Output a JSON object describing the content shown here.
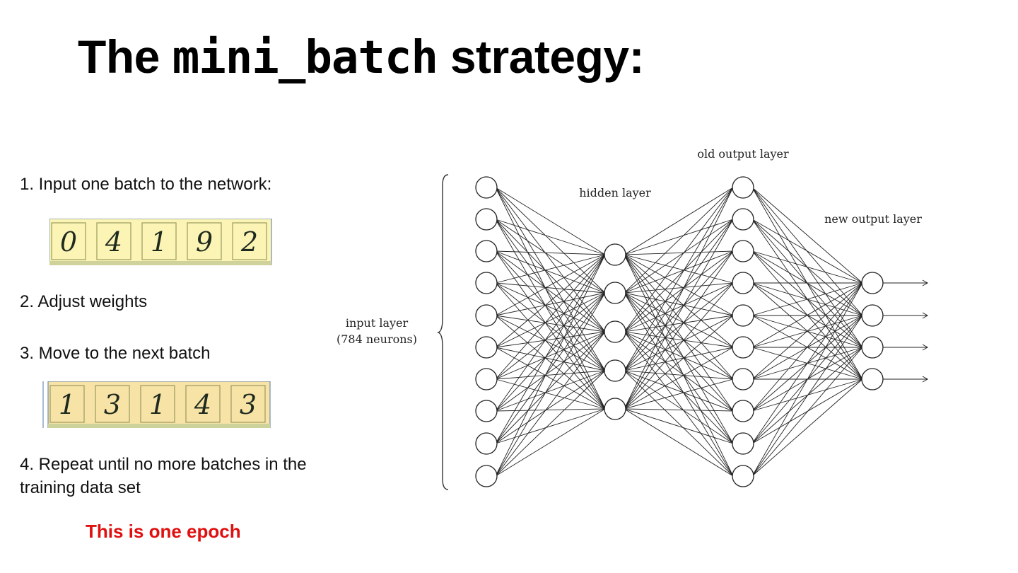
{
  "slide": {
    "title_prefix": "The",
    "title_code": "mini_batch",
    "title_suffix": "strategy:",
    "steps": [
      "1. Input one batch to the network:",
      "2. Adjust weights",
      "3. Move to the next batch",
      "4. Repeat until no more batches in the training data set"
    ],
    "epoch_note": "This is one epoch",
    "accent_color": "#e01010"
  },
  "batches": [
    {
      "digits": [
        "0",
        "4",
        "1",
        "9",
        "2"
      ]
    },
    {
      "digits": [
        "1",
        "3",
        "1",
        "4",
        "3"
      ]
    }
  ],
  "network": {
    "labels": {
      "input": "input layer",
      "input_count": "(784 neurons)",
      "hidden": "hidden layer",
      "old_output": "old output layer",
      "new_output": "new output layer"
    },
    "layers": [
      {
        "name": "input",
        "neurons": 10
      },
      {
        "name": "hidden",
        "neurons": 5
      },
      {
        "name": "old_output",
        "neurons": 10
      },
      {
        "name": "new_output",
        "neurons": 4
      }
    ]
  }
}
